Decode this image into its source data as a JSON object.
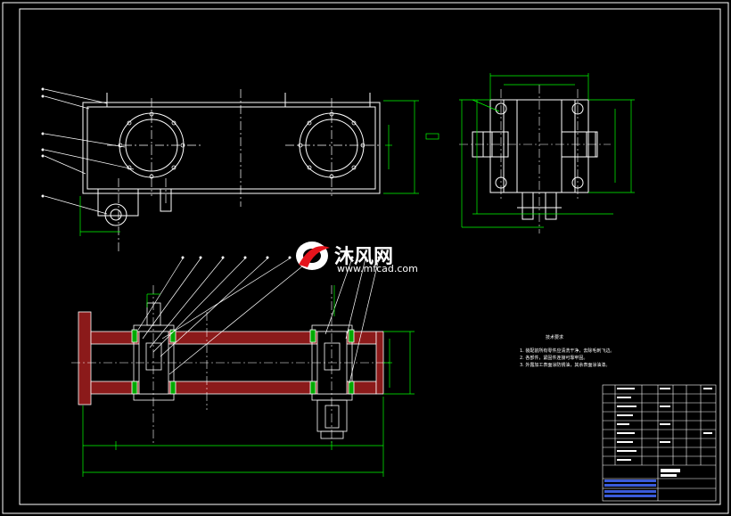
{
  "watermark": {
    "site_name": "沐风网",
    "url": "www.mfcad.com"
  },
  "technical_requirements": {
    "title": "技术要求",
    "items": [
      "1. 装配前所有零件应清洗干净，去除毛刺飞边。",
      "2. 各部件，紧固件连接可靠牢固。",
      "3. 外露加工表面涂防锈油，其余表面涂油漆。"
    ]
  },
  "colors": {
    "background": "#000000",
    "outline": "#ffffff",
    "dimension": "#00ff00",
    "section_fill": "#8b1a1a",
    "title_block_accent": "#3a5bd9"
  },
  "icons": [
    "mfcad-logo-icon"
  ]
}
